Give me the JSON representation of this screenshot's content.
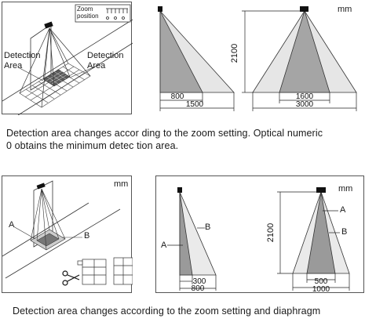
{
  "fig1": {
    "zoom_label_line1": "Zoom",
    "zoom_label_line2": "position",
    "detection_left_line1": "Detection",
    "detection_left_line2": "Area",
    "detection_right_line1": "Detection",
    "detection_right_line2": "Area",
    "unit": "mm",
    "height": "2100",
    "left_inner": "800",
    "left_outer": "1500",
    "right_inner": "1600",
    "right_outer": "3000",
    "caption_line1": "Detection area changes  accor ding to the zoom setting. Optical numeric",
    "caption_line2": "0 obtains  the minimum detec tion area."
  },
  "fig2": {
    "unit_left": "mm",
    "unit_right": "mm",
    "label_a": "A",
    "label_b": "B",
    "height": "2100",
    "left_inner": "300",
    "left_outer": "800",
    "right_inner": "500",
    "right_outer": "1000",
    "caption": "Detection area changes according to the  zoom setting and diaphragm"
  }
}
